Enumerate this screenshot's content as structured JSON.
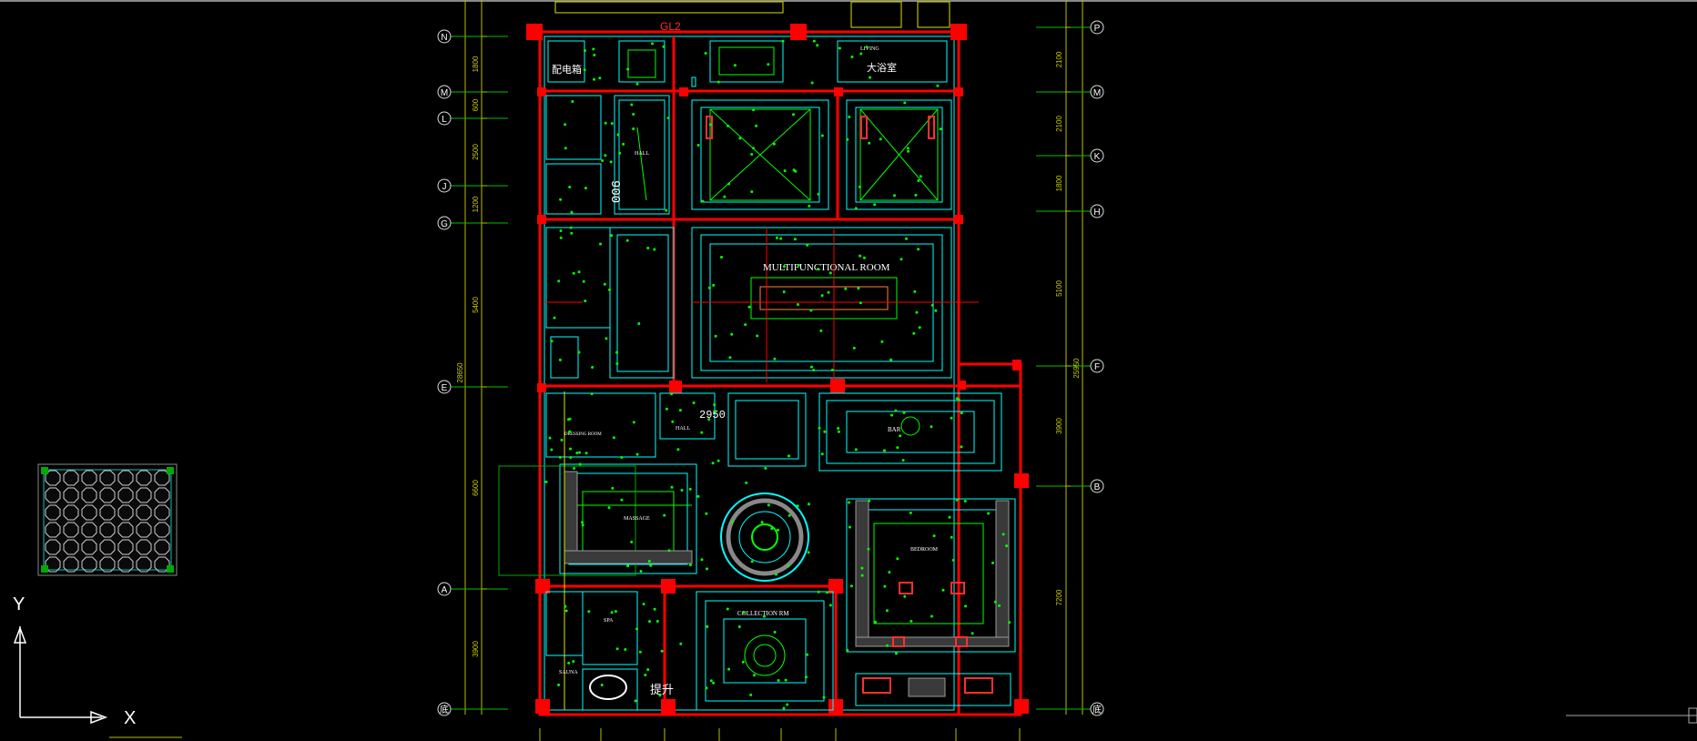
{
  "grid_left": [
    "N",
    "M",
    "L",
    "J",
    "G",
    "E",
    "A",
    "底"
  ],
  "grid_right": [
    "P",
    "M",
    "K",
    "H",
    "F",
    "B",
    "底"
  ],
  "dims_left": [
    "1800",
    "600",
    "2500",
    "1200",
    "5400",
    "6600",
    "3900"
  ],
  "dims_left_total": "28650",
  "dims_right": [
    "2100",
    "2100",
    "1800",
    "5100",
    "3900",
    "7200"
  ],
  "dims_right_total": "25950",
  "rooms": {
    "multifunctional": "MULTIFUNCTIONAL ROOM",
    "massage": "MASSAGE",
    "collection": "COLLECTION RM",
    "hall_upper": "HALL",
    "hall_mid": "HALL",
    "spa": "SPA",
    "dressing": "DRESSING ROOM",
    "bar": "BAR",
    "sauna": "SAUNA",
    "living": "LIVING",
    "bedroom": "BEDROOM",
    "elevator": "提升"
  },
  "labels": {
    "gl": "GL2",
    "dim900": "900",
    "dim2950": "2950",
    "misc_topleft": "配电箱",
    "misc_topright": "大浴室"
  },
  "ucs": {
    "x_label": "X",
    "y_label": "Y"
  },
  "colors": {
    "background": "#000000",
    "wall": "#ff0000",
    "cyan": "#00ffff",
    "green": "#00ff00",
    "yellow": "#ffff00",
    "white": "#ffffff",
    "grid_line": "#00c000"
  }
}
